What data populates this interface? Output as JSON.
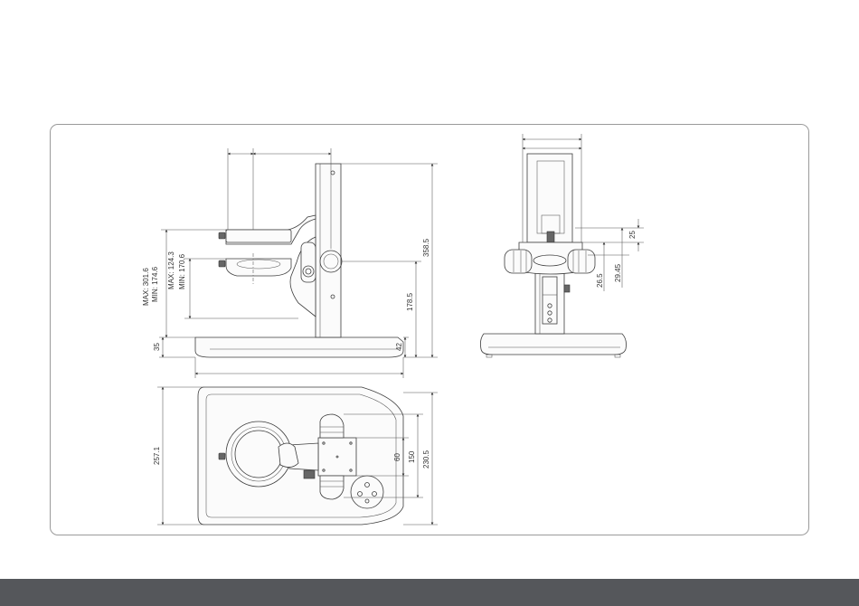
{
  "side_view": {
    "dim_max_outer": "MAX: 301.6",
    "dim_min_outer": "MIN: 174.6",
    "dim_max_inner": "MAX: 124.3",
    "dim_min_inner": "MIN: 170.6",
    "dim_base_height": "35",
    "dim_column_height": "358.5",
    "dim_mid_height": "178.5",
    "dim_base_right": "42"
  },
  "front_view": {
    "dim_top_offset": "25",
    "dim_focus_left": "26.5",
    "dim_focus_right": "29.45"
  },
  "top_view": {
    "dim_depth": "257.1",
    "dim_inner_60": "60",
    "dim_inner_150": "150",
    "dim_inner_230": "230.5"
  },
  "colors": {
    "frame_border": "#9a9a9a",
    "footer_bar": "#55575b",
    "line": "#3c3c3c"
  }
}
